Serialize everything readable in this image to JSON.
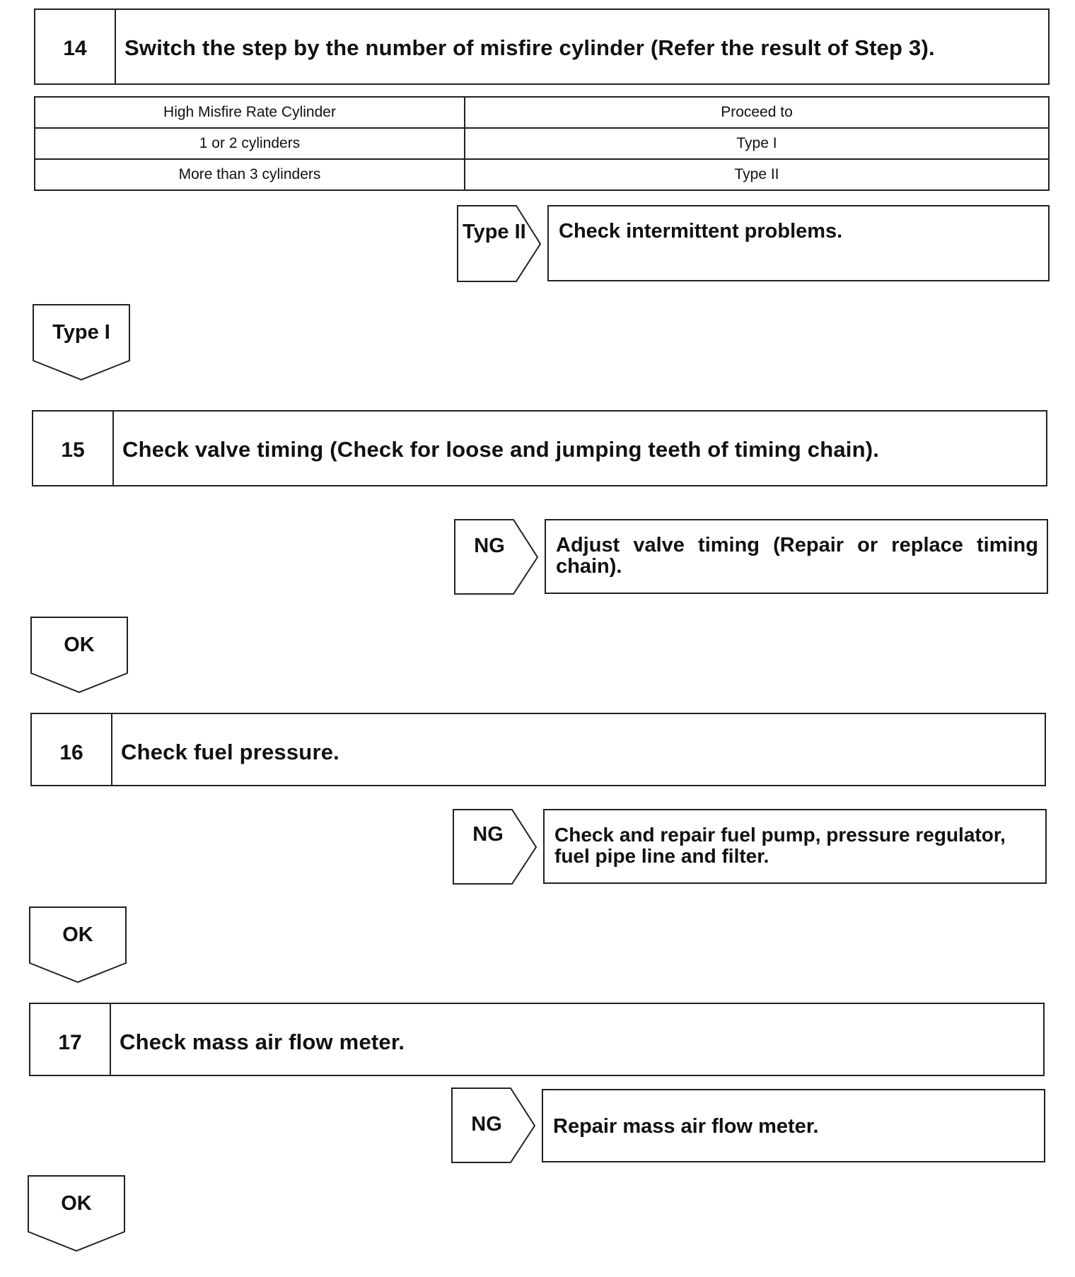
{
  "steps": [
    {
      "number": "14",
      "title": "Switch the step by the number of misfire cylinder (Refer the result of Step 3)."
    },
    {
      "number": "15",
      "title": "Check valve timing (Check for loose and jumping teeth of timing chain)."
    },
    {
      "number": "16",
      "title": "Check fuel pressure."
    },
    {
      "number": "17",
      "title": "Check mass air flow meter."
    }
  ],
  "condition_table": {
    "headers": [
      "High Misfire Rate Cylinder",
      "Proceed to"
    ],
    "rows": [
      [
        "1 or 2 cylinders",
        "Type I"
      ],
      [
        "More than 3 cylinders",
        "Type II"
      ]
    ]
  },
  "branches": [
    {
      "label": "Type II",
      "result": "Check intermittent problems."
    },
    {
      "label": "NG",
      "result": "Adjust valve timing (Repair or replace timing chain)."
    },
    {
      "label": "NG",
      "result": "Check and repair fuel pump, pressure regulator, fuel pipe line and filter."
    },
    {
      "label": "NG",
      "result": "Repair mass air flow meter."
    }
  ],
  "down_labels": [
    "Type I",
    "OK",
    "OK",
    "OK"
  ]
}
